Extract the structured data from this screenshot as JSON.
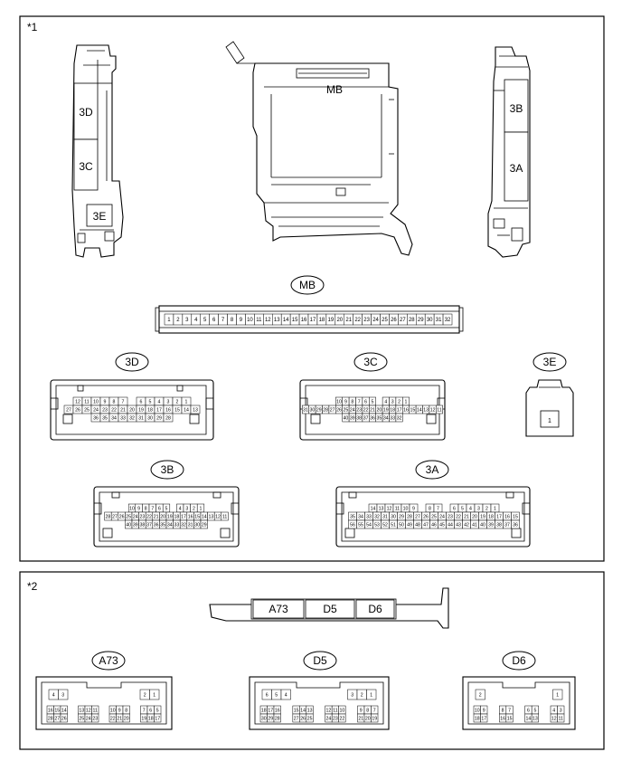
{
  "panels": {
    "p1": "*1",
    "p2": "*2"
  },
  "ecu": {
    "left_labels": [
      "3D",
      "3C",
      "3E"
    ],
    "center_label": "MB",
    "right_labels": [
      "3B",
      "3A"
    ]
  },
  "connectors": {
    "mb": {
      "name": "MB",
      "pins": [
        1,
        2,
        3,
        4,
        5,
        6,
        7,
        8,
        9,
        10,
        11,
        12,
        13,
        14,
        15,
        16,
        17,
        18,
        19,
        20,
        21,
        22,
        23,
        24,
        25,
        26,
        27,
        28,
        29,
        30,
        31,
        32
      ]
    },
    "c3d": {
      "name": "3D",
      "rows": [
        [
          "12",
          "11",
          "10",
          "9",
          "8",
          "7",
          "",
          "6",
          "5",
          "4",
          "3",
          "2",
          "1"
        ],
        [
          "27",
          "26",
          "25",
          "24",
          "23",
          "22",
          "21",
          "20",
          "19",
          "18",
          "17",
          "16",
          "15",
          "14",
          "13"
        ],
        [
          "36",
          "35",
          "34",
          "33",
          "32",
          "31",
          "30",
          "29",
          "28"
        ]
      ]
    },
    "c3c": {
      "name": "3C",
      "rows": [
        [
          "10",
          "9",
          "8",
          "7",
          "6",
          "5",
          "",
          "4",
          "3",
          "2",
          "1"
        ],
        [
          "31",
          "30",
          "29",
          "28",
          "27",
          "26",
          "25",
          "24",
          "23",
          "22",
          "21",
          "20",
          "19",
          "18",
          "17",
          "16",
          "15",
          "14",
          "13",
          "12",
          "11"
        ],
        [
          "40",
          "39",
          "38",
          "37",
          "36",
          "35",
          "34",
          "33",
          "32"
        ]
      ]
    },
    "c3e": {
      "name": "3E",
      "pins": [
        "1"
      ]
    },
    "c3b": {
      "name": "3B",
      "rows": [
        [
          "10",
          "9",
          "8",
          "7",
          "6",
          "5",
          "",
          "4",
          "3",
          "2",
          "1"
        ],
        [
          "28",
          "27",
          "26",
          "25",
          "24",
          "23",
          "22",
          "21",
          "20",
          "19",
          "18",
          "17",
          "16",
          "15",
          "14",
          "13",
          "12",
          "11"
        ],
        [
          "40",
          "39",
          "38",
          "37",
          "36",
          "35",
          "34",
          "33",
          "32",
          "31",
          "30",
          "29"
        ]
      ]
    },
    "c3a": {
      "name": "3A",
      "rows": [
        [
          "14",
          "13",
          "12",
          "11",
          "10",
          "9",
          "",
          "8",
          "7",
          "",
          "6",
          "5",
          "4",
          "3",
          "2",
          "1"
        ],
        [
          "35",
          "34",
          "33",
          "32",
          "31",
          "30",
          "29",
          "28",
          "27",
          "26",
          "25",
          "24",
          "23",
          "22",
          "21",
          "20",
          "19",
          "18",
          "17",
          "16",
          "15"
        ],
        [
          "56",
          "55",
          "54",
          "53",
          "52",
          "51",
          "50",
          "49",
          "48",
          "47",
          "46",
          "45",
          "44",
          "43",
          "42",
          "41",
          "40",
          "39",
          "38",
          "37",
          "36"
        ]
      ]
    }
  },
  "relay_block": {
    "labels": [
      "A73",
      "D5",
      "D6"
    ]
  },
  "lower_connectors": {
    "a73": {
      "name": "A73",
      "top": [
        [
          "4",
          "3"
        ],
        [
          "2",
          "1"
        ]
      ],
      "bottom": [
        [
          "16",
          "15",
          "14"
        ],
        [
          "13",
          "12",
          "11"
        ],
        [
          "10",
          "9",
          "8"
        ],
        [
          "7",
          "6",
          "5"
        ]
      ],
      "bottom2": [
        [
          "28",
          "27",
          "26"
        ],
        [
          "25",
          "24",
          "23"
        ],
        [
          "22",
          "21",
          "20"
        ],
        [
          "19",
          "18",
          "17"
        ]
      ]
    },
    "d5": {
      "name": "D5",
      "top": [
        [
          "6",
          "5",
          "4"
        ],
        [
          "3",
          "2",
          "1"
        ]
      ],
      "bottom": [
        [
          "18",
          "17",
          "16"
        ],
        [
          "15",
          "14",
          "13"
        ],
        [
          "12",
          "11",
          "10"
        ],
        [
          "9",
          "8",
          "7"
        ]
      ],
      "bottom2": [
        [
          "30",
          "29",
          "28"
        ],
        [
          "27",
          "26",
          "25"
        ],
        [
          "24",
          "23",
          "22"
        ],
        [
          "21",
          "20",
          "19"
        ]
      ]
    },
    "d6": {
      "name": "D6",
      "top": [
        [
          "2"
        ],
        [
          "1"
        ]
      ],
      "bottom": [
        [
          "10",
          "9"
        ],
        [
          "8",
          "7"
        ],
        [
          "6",
          "5"
        ],
        [
          "4",
          "3"
        ]
      ],
      "bottom2": [
        [
          "18",
          "17"
        ],
        [
          "16",
          "15"
        ],
        [
          "14",
          "13"
        ],
        [
          "12",
          "11"
        ]
      ]
    }
  }
}
